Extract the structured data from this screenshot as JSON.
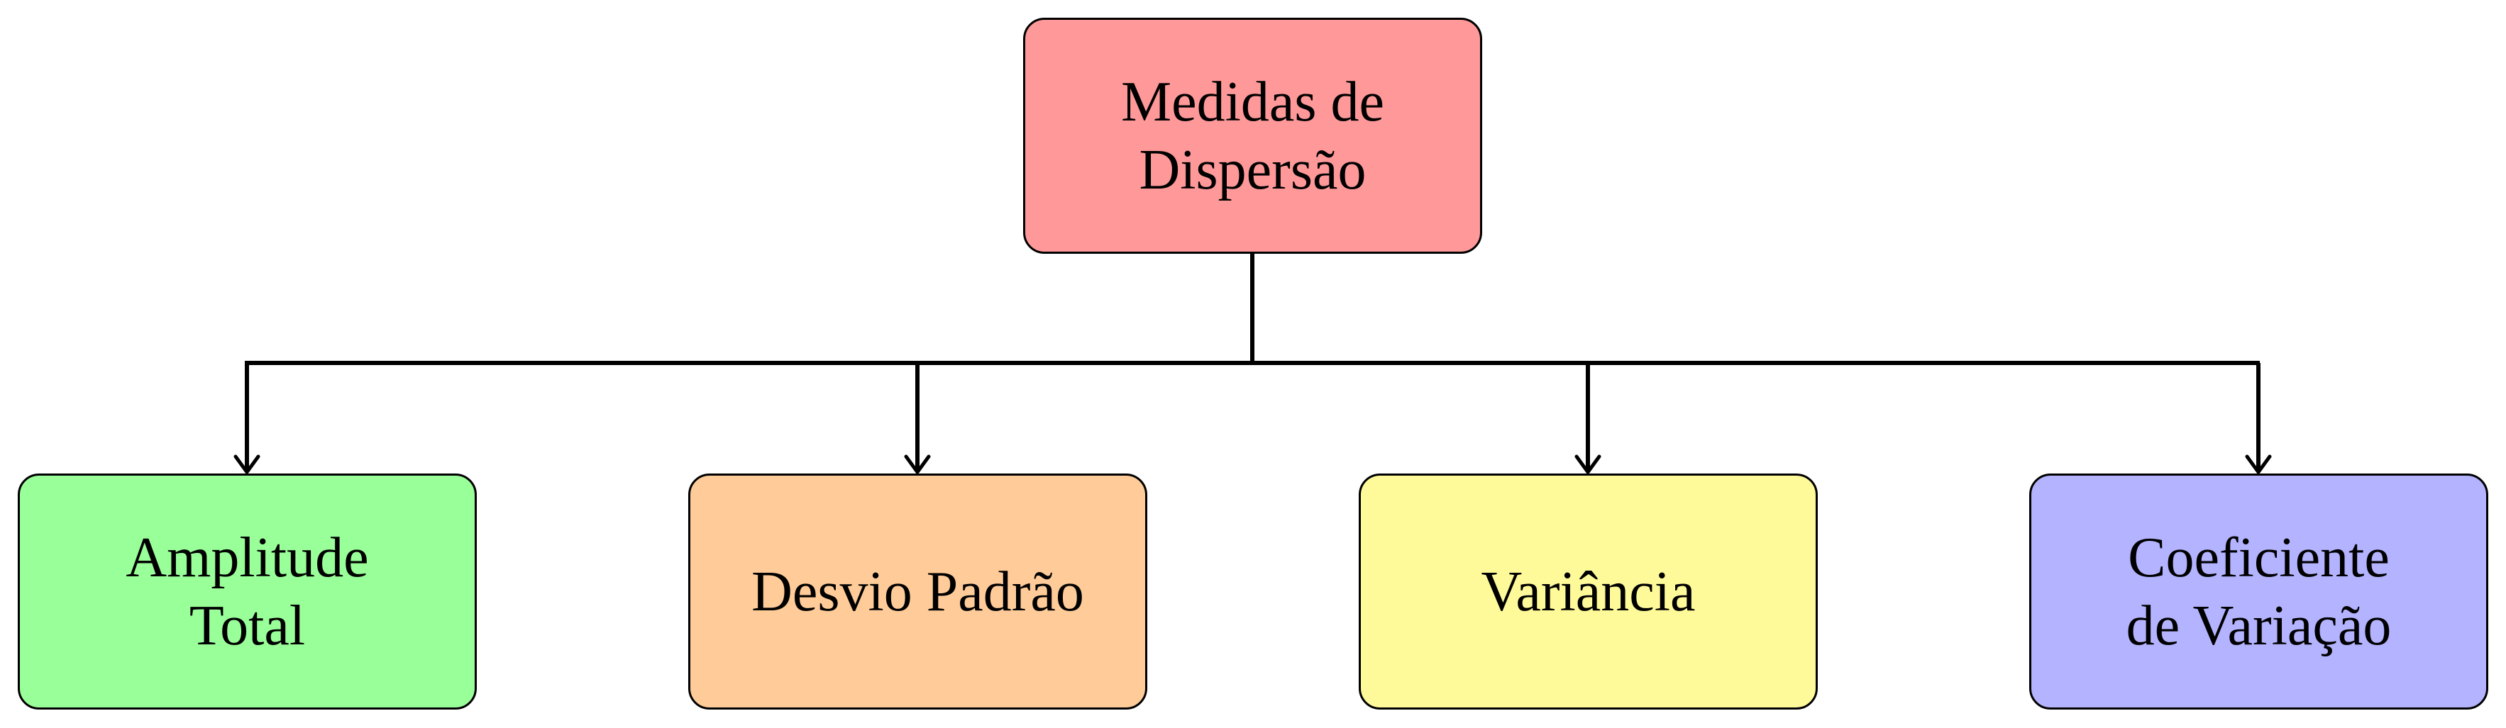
{
  "diagram": {
    "root": {
      "lines": [
        "Medidas de",
        "Dispersão"
      ],
      "color": "#FF9999"
    },
    "children": [
      {
        "lines": [
          "Amplitude",
          "Total"
        ],
        "color": "#99FF99"
      },
      {
        "lines": [
          "Desvio Padrão"
        ],
        "color": "#FFCC99"
      },
      {
        "lines": [
          "Variância"
        ],
        "color": "#FFFA99"
      },
      {
        "lines": [
          "Coeficiente",
          "de Variação"
        ],
        "color": "#B3B3FF"
      }
    ]
  }
}
